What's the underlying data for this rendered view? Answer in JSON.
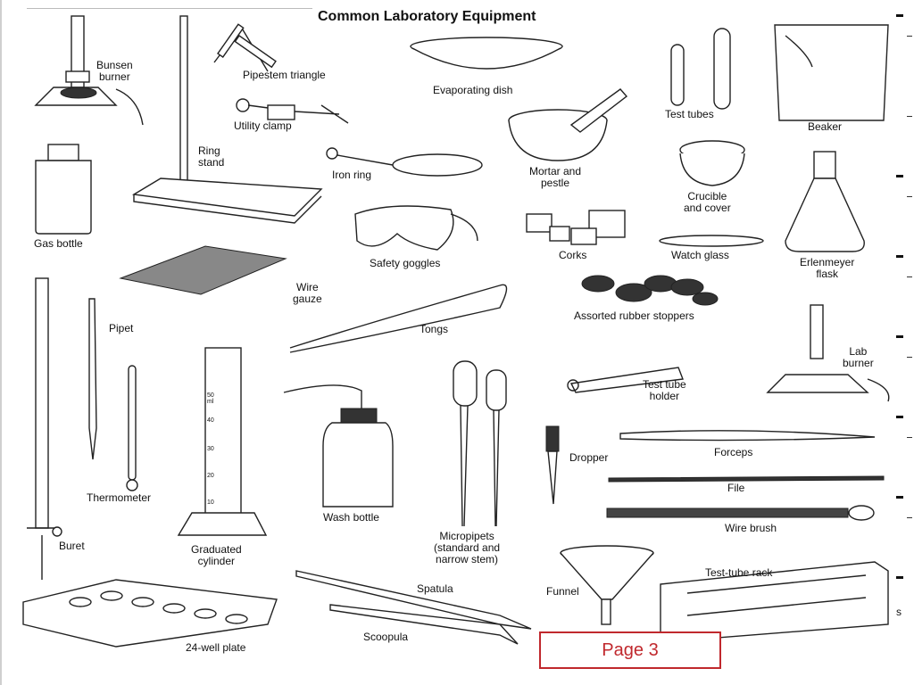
{
  "title": "Common Laboratory Equipment",
  "page_label": "Page 3",
  "labels": {
    "bunsen_burner": "Bunsen\nburner",
    "pipestem_triangle": "Pipestem triangle",
    "evaporating_dish": "Evaporating dish",
    "test_tubes": "Test tubes",
    "beaker": "Beaker",
    "utility_clamp": "Utility clamp",
    "ring_stand": "Ring\nstand",
    "iron_ring": "Iron ring",
    "mortar_and_pestle": "Mortar and\npestle",
    "crucible_and_cover": "Crucible\nand cover",
    "gas_bottle": "Gas bottle",
    "safety_goggles": "Safety goggles",
    "corks": "Corks",
    "watch_glass": "Watch glass",
    "erlenmeyer_flask": "Erlenmeyer\nflask",
    "wire_gauze": "Wire\ngauze",
    "pipet": "Pipet",
    "tongs": "Tongs",
    "assorted_rubber_stoppers": "Assorted rubber stoppers",
    "lab_burner": "Lab\nburner",
    "test_tube_holder": "Test tube\nholder",
    "thermometer": "Thermometer",
    "dropper": "Dropper",
    "forceps": "Forceps",
    "file": "File",
    "wash_bottle": "Wash bottle",
    "wire_brush": "Wire brush",
    "buret": "Buret",
    "graduated_cylinder": "Graduated\ncylinder",
    "micropipets": "Micropipets\n(standard and\nnarrow stem)",
    "test_tube_rack": "Test-tube rack",
    "spatula": "Spatula",
    "funnel": "Funnel",
    "scoopula": "Scoopula",
    "well_plate": "24-well plate",
    "cut_off_letter": "s"
  },
  "cylinder_marks": [
    "50\nml",
    "40",
    "30",
    "20",
    "10"
  ]
}
